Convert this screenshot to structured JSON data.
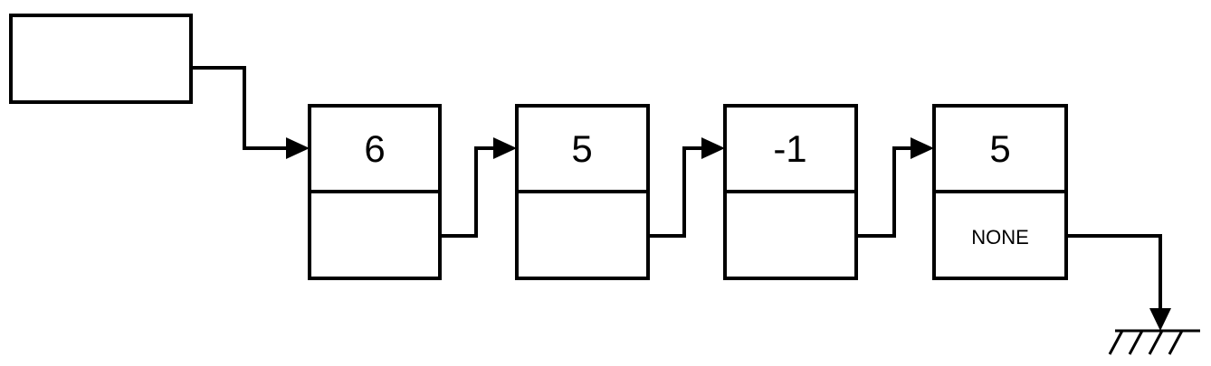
{
  "head": {
    "label": ""
  },
  "nodes": [
    {
      "value": "6",
      "next": ""
    },
    {
      "value": "5",
      "next": ""
    },
    {
      "value": "-1",
      "next": ""
    },
    {
      "value": "5",
      "next": "NONE"
    }
  ]
}
